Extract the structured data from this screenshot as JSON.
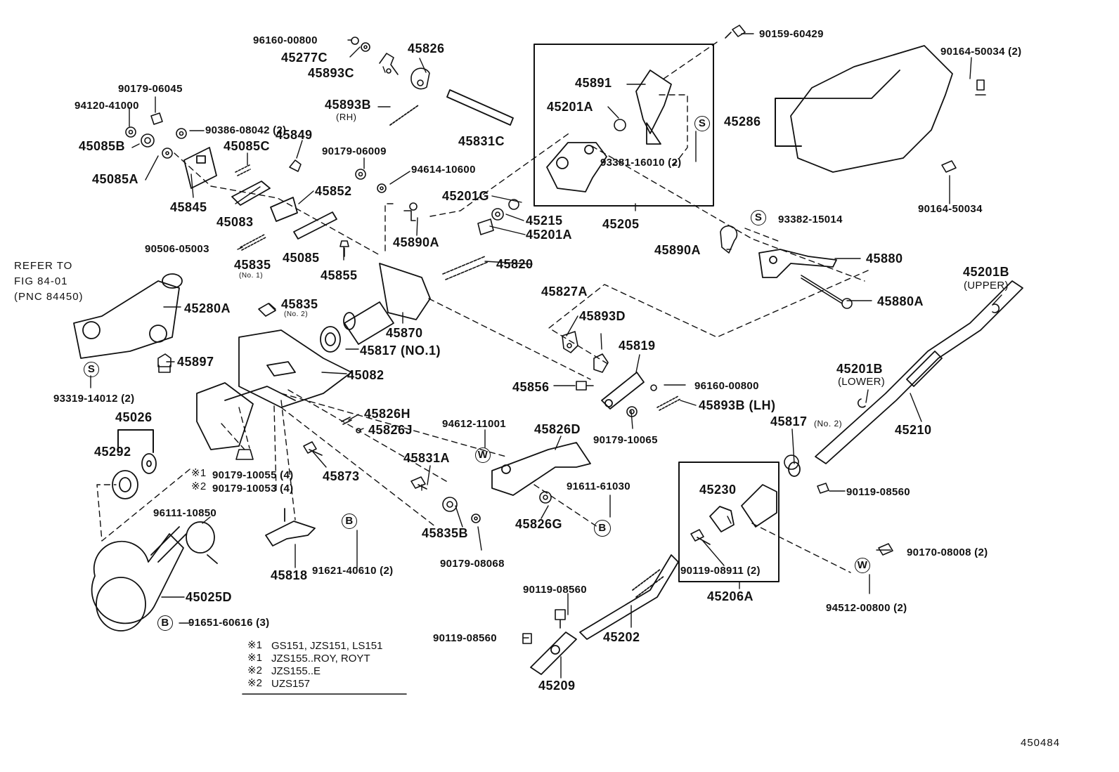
{
  "diagram_id": "450484",
  "refer_note": {
    "line1": "REFER TO",
    "line2": "FIG 84-01",
    "line3": "(PNC 84450)"
  },
  "labels": {
    "p96160_00800_top": "96160-00800",
    "p45277C": "45277C",
    "p45893C": "45893C",
    "p45826": "45826",
    "p90179_06045": "90179-06045",
    "p94120_41000": "94120-41000",
    "p90386_08042": "90386-08042 (2)",
    "p45893B": "45893B",
    "p45893B_rh": "(RH)",
    "p45085B": "45085B",
    "p45085C": "45085C",
    "p45849": "45849",
    "p45831C": "45831C",
    "p45085A": "45085A",
    "p90179_06009": "90179-06009",
    "p94614_10600": "94614-10600",
    "p45845": "45845",
    "p45852": "45852",
    "p45083": "45083",
    "p90506_05003": "90506-05003",
    "p45835_no1": "45835",
    "p45835_no1_sub": "(No. 1)",
    "p45085": "45085",
    "p45855": "45855",
    "p45890A_left": "45890A",
    "p45201G": "45201G",
    "p45215": "45215",
    "p45201A_lower": "45201A",
    "p45820": "45820",
    "p45891": "45891",
    "p45201A_upper": "45201A",
    "p93381_16010": "93381-16010 (2)",
    "p45205": "45205",
    "p90159_60429": "90159-60429",
    "p90164_50034_2": "90164-50034 (2)",
    "p45286": "45286",
    "p90164_50034": "90164-50034",
    "p93382_15014": "93382-15014",
    "p45890A_right": "45890A",
    "p45880": "45880",
    "p45880A": "45880A",
    "p45280A": "45280A",
    "p45835_no2": "45835",
    "p45835_no2_sub": "(No. 2)",
    "p45870": "45870",
    "p45817_no1": "45817 (NO.1)",
    "p45827A": "45827A",
    "p45893D": "45893D",
    "p45819": "45819",
    "p45201B_upper": "45201B",
    "p45201B_upper_sub": "(UPPER)",
    "p45897": "45897",
    "p93319_14012": "93319-14012 (2)",
    "p45082": "45082",
    "p45856": "45856",
    "p96160_00800_mid": "96160-00800",
    "p45893B_lh": "45893B (LH)",
    "p45201B_lower": "45201B",
    "p45201B_lower_sub": "(LOWER)",
    "p45026": "45026",
    "p45826H": "45826H",
    "p45826J": "45826J",
    "p94612_11001": "94612-11001",
    "p45826D": "45826D",
    "p90179_10065": "90179-10065",
    "p45817_no2": "45817",
    "p45817_no2_sub": "(No. 2)",
    "p45210": "45210",
    "p45292": "45292",
    "p90179_10055": "90179-10055 (4)",
    "p90179_10053": "90179-10053 (4)",
    "p45873": "45873",
    "p45831A": "45831A",
    "p91611_61030": "91611-61030",
    "p45230": "45230",
    "p90119_08560_right": "90119-08560",
    "p96111_10850": "96111-10850",
    "p45835B": "45835B",
    "p45826G": "45826G",
    "p90170_08008": "90170-08008 (2)",
    "p90179_08068": "90179-08068",
    "p90119_08911": "90119-08911 (2)",
    "p45818": "45818",
    "p91621_40610": "91621-40610 (2)",
    "p45025D": "45025D",
    "p45206A": "45206A",
    "p94512_00800": "94512-00800 (2)",
    "p90119_08560_mid": "90119-08560",
    "p91651_60616": "91651-60616 (3)",
    "p45202": "45202",
    "p90119_08560_low": "90119-08560",
    "p45209": "45209"
  },
  "marks": {
    "s": "S",
    "b": "B",
    "w": "W",
    "star1": "※1",
    "star2": "※2"
  },
  "legend": [
    {
      "mark": "※1",
      "text": "GS151, JZS151, LS151"
    },
    {
      "mark": "※1",
      "text": "JZS155..ROY, ROYT"
    },
    {
      "mark": "※2",
      "text": "JZS155..E"
    },
    {
      "mark": "※2",
      "text": "UZS157"
    }
  ]
}
